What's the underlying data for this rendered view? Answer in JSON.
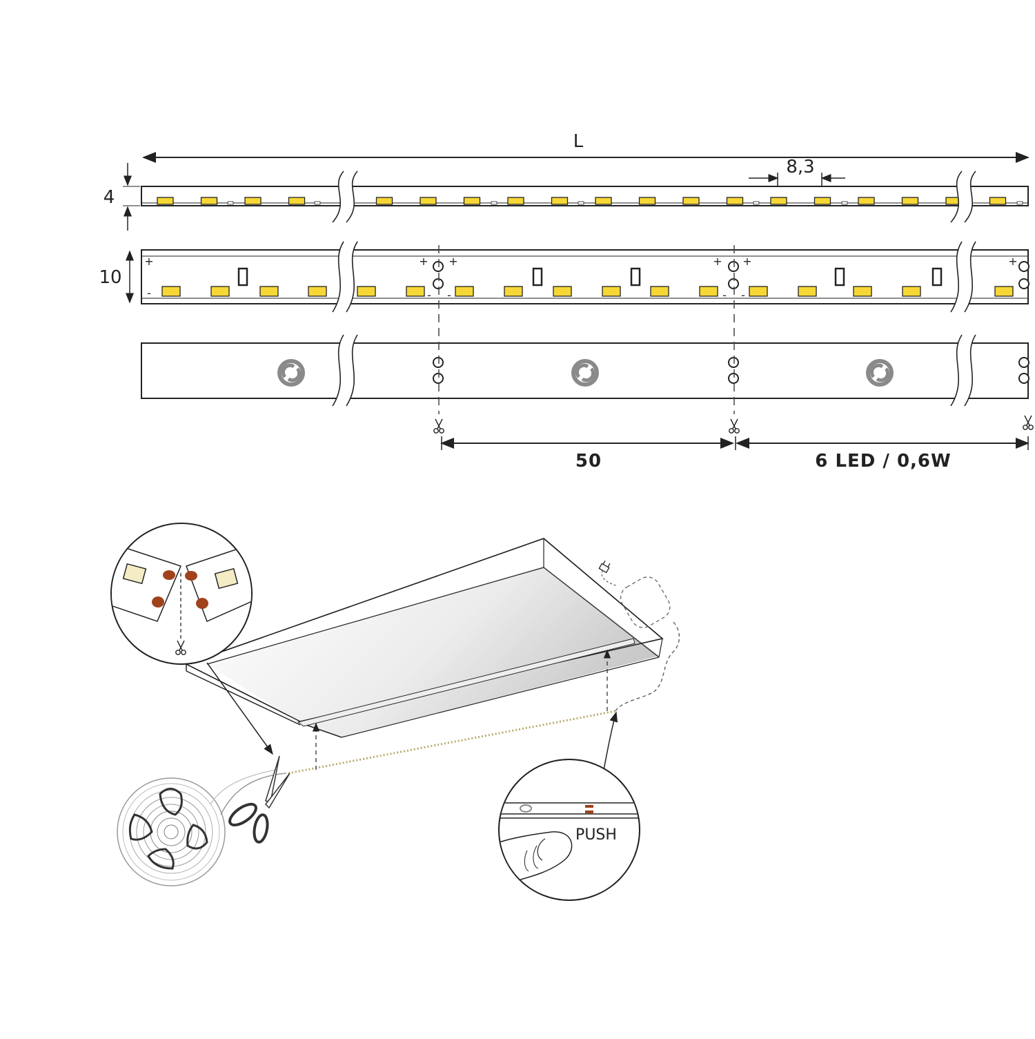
{
  "dimensions": {
    "length_label": "L",
    "led_pitch": "8,3",
    "top_height": "4",
    "front_height": "10",
    "cut_interval": "50",
    "segment_spec": "6 LED / 0,6W"
  },
  "polarity": {
    "plus": "+",
    "minus": "-"
  },
  "callout": {
    "push_label": "PUSH"
  },
  "colors": {
    "led_yellow": "#f7d736",
    "line": "#222222",
    "solder_pad": "#a0421c",
    "logo_grey": "#8a8a8a",
    "led_cream": "#f3ecc4"
  },
  "icons": {
    "cut_mark": "scissors-icon",
    "brand_mark": "circular-arrows-logo",
    "power": "plug-icon"
  }
}
